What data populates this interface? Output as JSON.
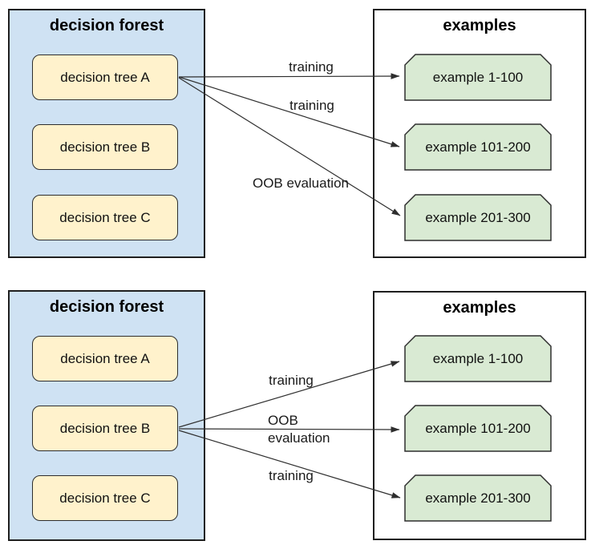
{
  "colors": {
    "forest_fill": "#cfe2f3",
    "tree_fill": "#fff2cc",
    "example_fill": "#d9ead3",
    "stroke": "#2e2e2e",
    "outer_stroke": "#1f1f1f"
  },
  "panels": [
    {
      "forest": {
        "title": "decision forest",
        "trees": [
          {
            "label": "decision tree A"
          },
          {
            "label": "decision tree B"
          },
          {
            "label": "decision tree C"
          }
        ]
      },
      "examples": {
        "title": "examples",
        "items": [
          {
            "label": "example 1-100"
          },
          {
            "label": "example 101-200"
          },
          {
            "label": "example 201-300"
          }
        ]
      },
      "arrows": [
        {
          "label": "training",
          "from": "decision tree A",
          "to": "example 1-100"
        },
        {
          "label": "training",
          "from": "decision tree A",
          "to": "example 101-200"
        },
        {
          "label": "OOB evaluation",
          "from": "decision tree A",
          "to": "example 201-300"
        }
      ]
    },
    {
      "forest": {
        "title": "decision forest",
        "trees": [
          {
            "label": "decision tree A"
          },
          {
            "label": "decision tree B"
          },
          {
            "label": "decision tree C"
          }
        ]
      },
      "examples": {
        "title": "examples",
        "items": [
          {
            "label": "example 1-100"
          },
          {
            "label": "example 101-200"
          },
          {
            "label": "example 201-300"
          }
        ]
      },
      "arrows": [
        {
          "label": "training",
          "from": "decision tree B",
          "to": "example 1-100"
        },
        {
          "label": "OOB\nevaluation",
          "from": "decision tree B",
          "to": "example 101-200"
        },
        {
          "label": "training",
          "from": "decision tree B",
          "to": "example 201-300"
        }
      ]
    }
  ]
}
